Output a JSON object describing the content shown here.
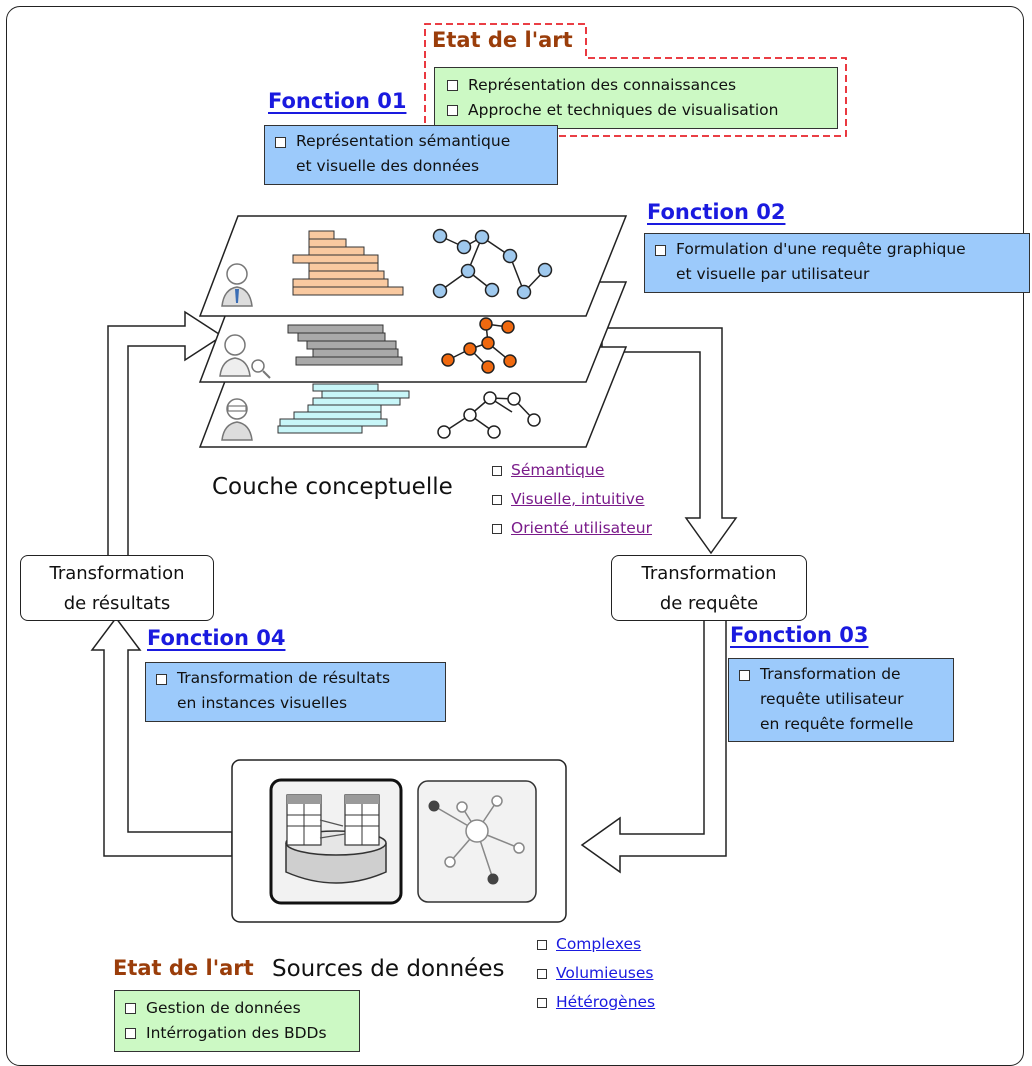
{
  "etat_top": {
    "title": "Etat de l'art",
    "items": [
      "Représentation des connaissances",
      "Approche et techniques de visualisation"
    ]
  },
  "fonction01": {
    "title": "Fonction 01",
    "lines": [
      "Représentation sémantique",
      "et visuelle des données"
    ]
  },
  "fonction02": {
    "title": "Fonction 02",
    "lines": [
      "Formulation d'une requête graphique",
      "et visuelle par utilisateur"
    ]
  },
  "fonction03": {
    "title": "Fonction 03",
    "lines": [
      "Transformation de",
      "requête utilisateur",
      "en requête formelle"
    ]
  },
  "fonction04": {
    "title": "Fonction 04",
    "lines": [
      "Transformation de résultats",
      "en instances visuelles"
    ]
  },
  "couche": {
    "label": "Couche conceptuelle",
    "props": [
      "Sémantique",
      "Visuelle, intuitive",
      "Orienté utilisateur"
    ]
  },
  "transfo_resultats": {
    "lines": [
      "Transformation",
      "de résultats"
    ]
  },
  "transfo_requete": {
    "lines": [
      "Transformation",
      "de requête"
    ]
  },
  "sources": {
    "label": "Sources de données",
    "props": [
      "Complexes",
      "Volumieuses",
      "Hétérogènes"
    ]
  },
  "etat_bottom": {
    "title": "Etat de l'art",
    "items": [
      "Gestion de données",
      "Intérrogation des BDDs"
    ]
  },
  "colors": {
    "fonction_title": "#1a1adf",
    "etat_title": "#9a3d0a",
    "blue_box": "#9ccafb",
    "green_box": "#ccf9c4",
    "etat_border": "#e8232b",
    "layer1_bars": "#f9c9a0",
    "layer2_bars": "#a9a9a9",
    "layer2_nodes": "#f0690f",
    "layer3_bars": "#c8f6f8",
    "layer1_nodes": "#9fc9ee"
  },
  "icons": [
    "user-icon",
    "analyst-icon",
    "developer-icon",
    "database-icon",
    "graph-network-icon"
  ]
}
